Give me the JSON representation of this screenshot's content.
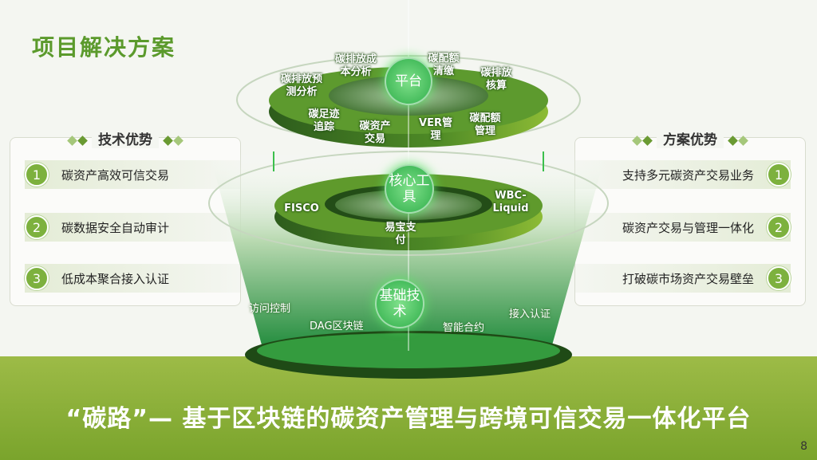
{
  "title": "项目解决方案",
  "left_panel": {
    "heading": "技术优势",
    "items": [
      {
        "num": "1",
        "text": "碳资产高效可信交易"
      },
      {
        "num": "2",
        "text": "碳数据安全自动审计"
      },
      {
        "num": "3",
        "text": "低成本聚合接入认证"
      }
    ]
  },
  "right_panel": {
    "heading": "方案优势",
    "items": [
      {
        "num": "1",
        "text": "支持多元碳资产交易业务"
      },
      {
        "num": "2",
        "text": "碳资产交易与管理一体化"
      },
      {
        "num": "3",
        "text": "打破碳市场资产交易壁垒"
      }
    ]
  },
  "diagram": {
    "platform": {
      "hub": "平台",
      "modules": [
        "碳排放预测分析",
        "碳排放成本分析",
        "碳配额清缴",
        "碳排放核算",
        "碳足迹追踪",
        "碳资产交易",
        "VER管理",
        "碳配额管理"
      ]
    },
    "core": {
      "hub": "核心工具",
      "modules": [
        "FISCO",
        "易宝支付",
        "WBC-Liquid"
      ]
    },
    "base": {
      "hub": "基础技术",
      "modules": [
        "访问控制",
        "DAG区块链",
        "智能合约",
        "接入认证"
      ]
    }
  },
  "slogan": "“碳路”— 基于区块链的碳资产管理与跨境可信交易一体化平台",
  "page_number": "8"
}
